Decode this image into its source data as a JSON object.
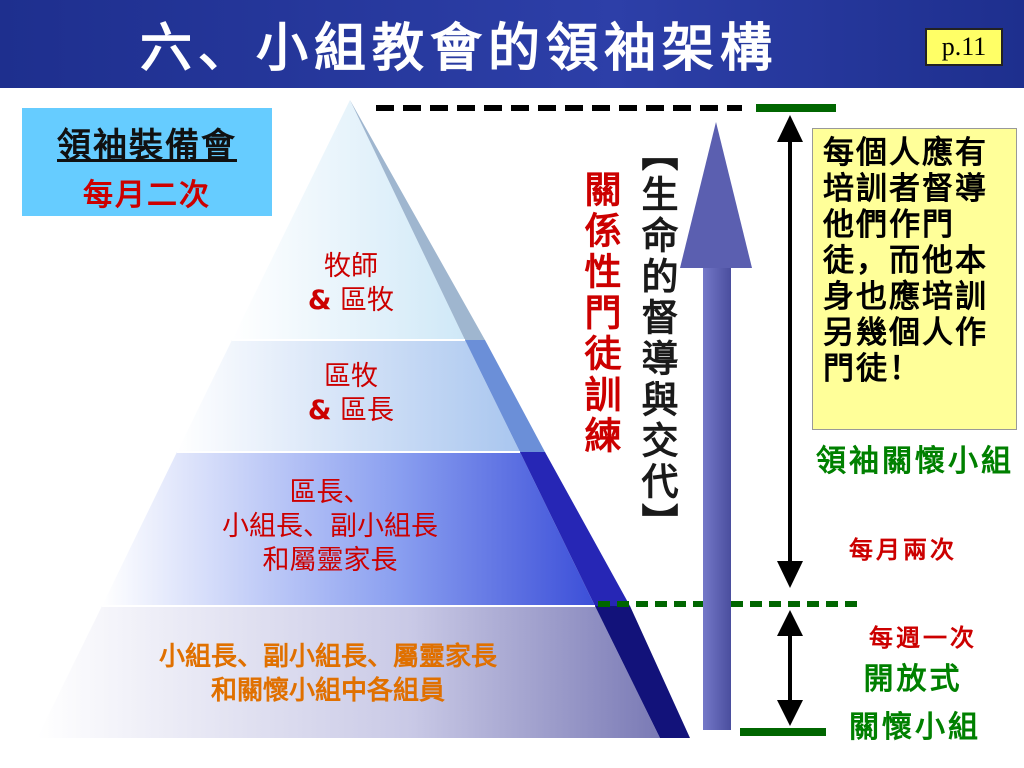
{
  "slide": {
    "title": "六、小組教會的領袖架構",
    "page_label": "p.11"
  },
  "meeting_box": {
    "title": "領袖裝備會",
    "frequency": "每月二次"
  },
  "pyramid": {
    "levels": [
      {
        "line1": "牧師",
        "amp": "&",
        "line2": " 區牧"
      },
      {
        "line1": "區牧",
        "amp": "&",
        "line2": " 區長"
      },
      {
        "line1": "區長、",
        "line2": "小組長、副小組長",
        "line3": "和屬靈家長"
      },
      {
        "line1": "小組長、副小組長、屬靈家長",
        "line2": "和關懷小組中各組員"
      }
    ]
  },
  "side_text": {
    "relationship": "關係性門徒訓練",
    "mentoring": "【生命的督導與交代】"
  },
  "right_box": {
    "text": "每個人應有培訓者督導他們作門徒，而他本身也應培訓另幾個人作門徒！"
  },
  "care_group": {
    "leader_label": "領袖關懷小組",
    "leader_freq": "每月兩次",
    "weekly_freq": "每週一次",
    "open_label": "開放式",
    "group_label": "關懷小組"
  },
  "colors": {
    "header": "#1e2f8e",
    "meeting_box": "#66ccff",
    "right_box": "#ffff99",
    "green": "#008000",
    "red": "#cc0000",
    "arrow": "#5b5fb0"
  }
}
